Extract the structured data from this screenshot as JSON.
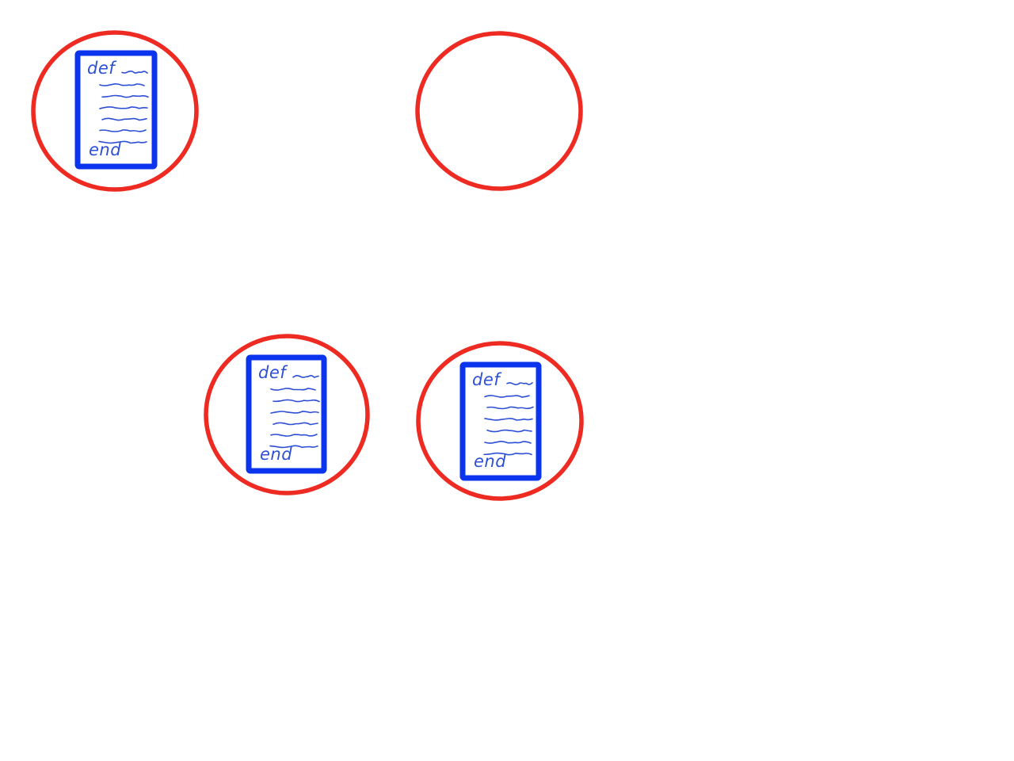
{
  "colors": {
    "circle": "#ee2b22",
    "document": "#0b34ee",
    "ink": "#2d4fd6",
    "background": "#ffffff"
  },
  "nodes": [
    {
      "id": "top-left",
      "contains_document": true,
      "document": {
        "keyword_open": "def",
        "keyword_close": "end",
        "body_lines": 6
      }
    },
    {
      "id": "top-right",
      "contains_document": false
    },
    {
      "id": "bottom-left",
      "contains_document": true,
      "document": {
        "keyword_open": "def",
        "keyword_close": "end",
        "body_lines": 6
      }
    },
    {
      "id": "bottom-right",
      "contains_document": true,
      "document": {
        "keyword_open": "def",
        "keyword_close": "end",
        "body_lines": 6
      }
    }
  ]
}
